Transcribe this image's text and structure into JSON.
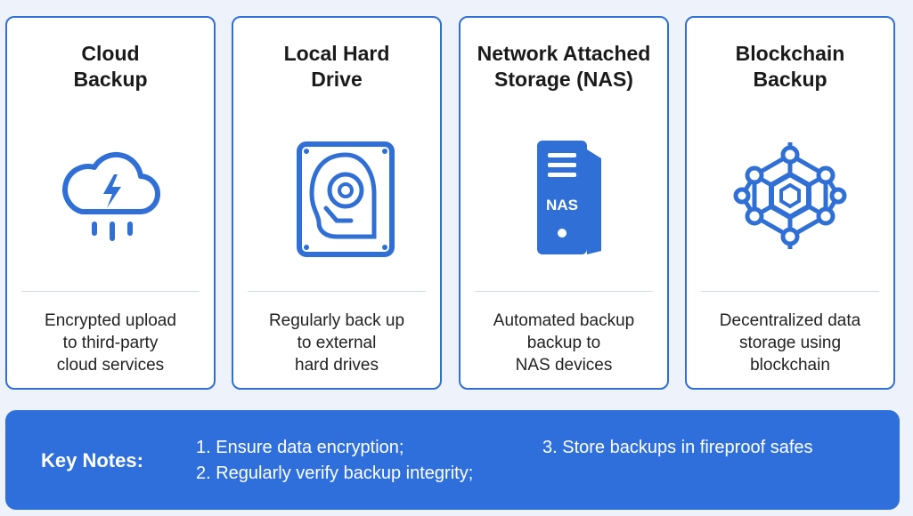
{
  "cards": [
    {
      "title": "Cloud\nBackup",
      "icon": "cloud-lightning-icon",
      "description": "Encrypted upload\nto third-party\ncloud services"
    },
    {
      "title": "Local Hard\nDrive",
      "icon": "hard-drive-icon",
      "description": "Regularly back up\nto external\nhard drives"
    },
    {
      "title": "Network Attached\nStorage (NAS)",
      "icon": "nas-server-icon",
      "icon_label": "NAS",
      "description": "Automated backup\nbackup to\nNAS devices"
    },
    {
      "title": "Blockchain\nBackup",
      "icon": "blockchain-network-icon",
      "description": "Decentralized data\nstorage using\nblockchain"
    }
  ],
  "notes": {
    "label": "Key Notes:",
    "items": [
      "1. Ensure data encryption;",
      "2. Regularly verify backup integrity;",
      "3. Store backups in fireproof safes"
    ]
  },
  "colors": {
    "accent": "#2f6fd6",
    "background": "#eef3fb",
    "notes_background": "#2f6fdc"
  }
}
